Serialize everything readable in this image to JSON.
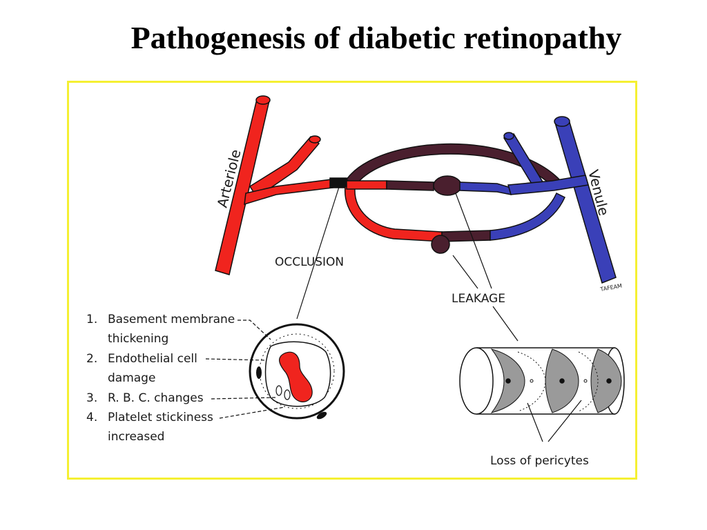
{
  "title": "Pathogenesis of diabetic retinopathy",
  "colors": {
    "arterial": "#f0241e",
    "venous": "#3a40b8",
    "occluded": "#4a1f2e",
    "frame_border": "#f5f032",
    "ink": "#1a1a1a"
  },
  "labels": {
    "arteriole": "Arteriole",
    "venule": "Venule",
    "occlusion": "OCCLUSION",
    "leakage": "LEAKAGE",
    "loss_of_pericytes": "Loss of pericytes",
    "signature": "TAFEAM"
  },
  "factors": [
    {
      "number": "1.",
      "line1": "Basement membrane",
      "line2": "thickening"
    },
    {
      "number": "2.",
      "line1": "Endothelial cell",
      "line2": "damage"
    },
    {
      "number": "3.",
      "line1": "R. B. C.  changes",
      "line2": ""
    },
    {
      "number": "4.",
      "line1": "Platelet stickiness",
      "line2": "increased"
    }
  ]
}
